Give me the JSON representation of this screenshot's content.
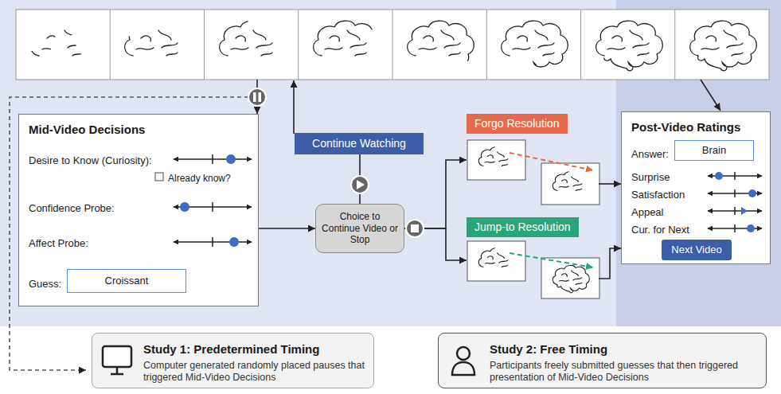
{
  "diagram": {
    "nodes": [
      {
        "text": [
          "Mid-Video Decisions",
          "Desire to Know (Curiosity):",
          "Already know?",
          "Confidence Probe:",
          "Affect Probe:",
          "Guess:"
        ]
      },
      {
        "text": [
          "Croissant"
        ],
        "in": 0
      },
      {
        "text": [
          "Continue Watching"
        ]
      },
      {
        "text": [
          "Choice to Continue Video or Stop"
        ]
      },
      {
        "text": [
          "Forgo Resolution"
        ]
      },
      {
        "text": [
          "Jump-to Resolution"
        ]
      },
      {
        "text": [
          "Post-Video Ratings",
          "Answer:",
          "Surprise",
          "Satisfaction",
          "Appeal",
          "Cur. for Next"
        ]
      },
      {
        "text": [
          "Brain"
        ],
        "in": 6
      },
      {
        "text": [
          "Next Video"
        ],
        "in": 6
      },
      {
        "text": [
          "Study 1: Predetermined Timing",
          "Computer generated randomly placed pauses that triggered Mid-Video Decisions"
        ]
      },
      {
        "text": [
          "Study 2: Free Timing",
          "Participants freely submitted guesses that then triggered presentation of Mid-Video Decisions"
        ]
      }
    ],
    "edges": [
      {
        "from": 0,
        "to": 3,
        "arrow": "to"
      },
      {
        "from": 3,
        "to": 2,
        "arrow": "none"
      },
      {
        "from": 3,
        "to": 4,
        "arrow": "to"
      },
      {
        "from": 3,
        "to": 5,
        "arrow": "to"
      },
      {
        "from": 4,
        "to": 6,
        "arrow": "to"
      },
      {
        "from": 5,
        "to": 6,
        "arrow": "to"
      }
    ]
  }
}
